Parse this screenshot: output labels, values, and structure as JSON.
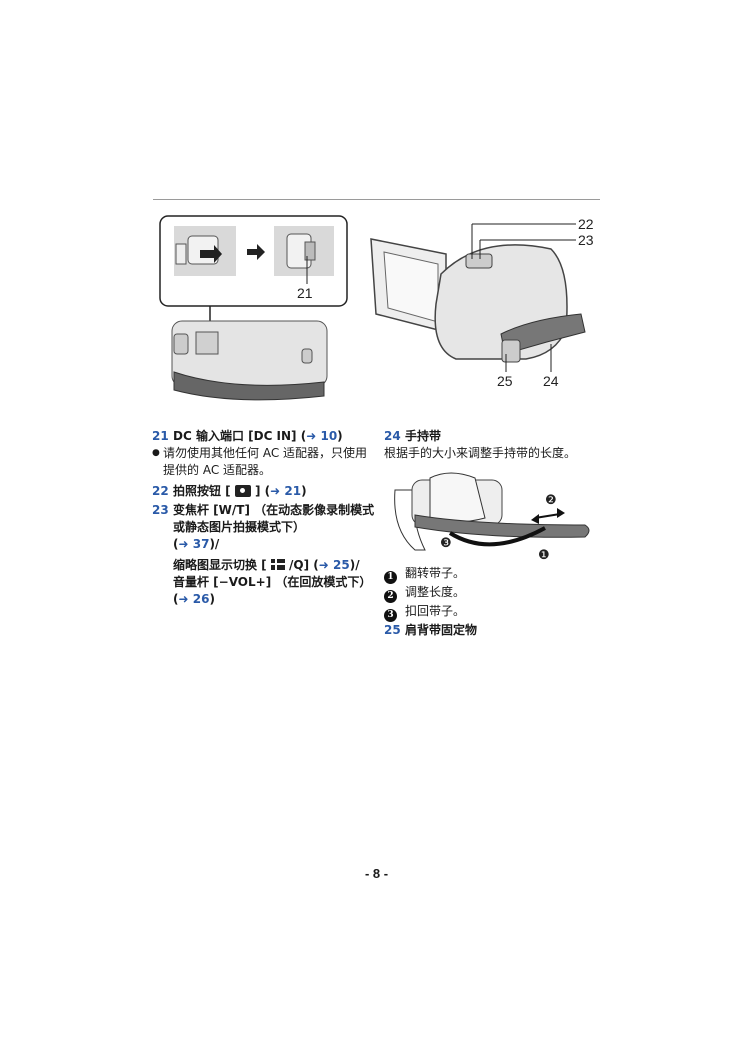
{
  "figure_left": {
    "callout_21": "21"
  },
  "figure_right": {
    "callout_22": "22",
    "callout_23": "23",
    "callout_25": "25",
    "callout_24": "24"
  },
  "strap_steps": {
    "step1": "❶",
    "step2": "❷",
    "step3": "❸"
  },
  "left_column": {
    "item21": {
      "num": "21",
      "text_a": "DC 输入端口 [DC IN] (",
      "arrow": "➜",
      "ref": "10",
      "text_b": ")"
    },
    "item21_note": "请勿使用其他任何 AC 适配器，只使用提供的 AC 适配器。",
    "item22": {
      "num": "22",
      "text_a": "拍照按钮 [ ",
      "text_b": " ] (",
      "arrow": "➜",
      "ref": "21",
      "text_c": ")"
    },
    "item23": {
      "num": "23",
      "line1": "变焦杆 [W/T] （在动态影像录制模式或静态图片拍摄模式下）",
      "ref1_a": "(",
      "ref1_arrow": "➜",
      "ref1": "37",
      "ref1_b": ")/",
      "line2_a": "缩略图显示切换 [ ",
      "line2_b": " /Q] (",
      "ref2_arrow": "➜",
      "ref2": "25",
      "line2_c": ")/",
      "line3_a": "音量杆 [−VOL+] （在回放模式下） (",
      "ref3_arrow": "➜",
      "ref3": "26",
      "line3_b": ")"
    }
  },
  "right_column": {
    "item24": {
      "num": "24",
      "title": "手持带",
      "desc": "根据手的大小来调整手持带的长度。"
    },
    "steps": [
      {
        "marker": "1",
        "text": "翻转带子。"
      },
      {
        "marker": "2",
        "text": "调整长度。"
      },
      {
        "marker": "3",
        "text": "扣回带子。"
      }
    ],
    "item25": {
      "num": "25",
      "title": "肩背带固定物"
    }
  },
  "footer": {
    "page_number": "- 8 -"
  }
}
